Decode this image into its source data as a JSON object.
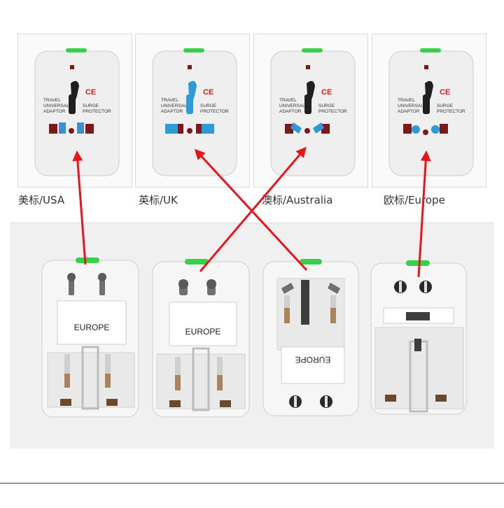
{
  "top_adapter": {
    "label_left": [
      "TRAVEL",
      "UNIVERSAL",
      "ADAPTOR"
    ],
    "label_right": [
      "SURGE",
      "PROTECTOR"
    ],
    "mark": "CE"
  },
  "standards": [
    {
      "caption": "美标/USA"
    },
    {
      "caption": "英标/UK"
    },
    {
      "caption": "澳标/Australia"
    },
    {
      "caption": "欧标/Europe"
    }
  ],
  "plug_label": "EUROPE",
  "colors": {
    "arrow": "#e8141a",
    "indicator": "#35d14a",
    "plug_body": "#f4f4f4",
    "socket_dark": "#1f1f1f",
    "socket_blue": "#3b8ed0",
    "socket_red": "#7a1a1a",
    "highlight_blue": "#2f9ad8"
  }
}
